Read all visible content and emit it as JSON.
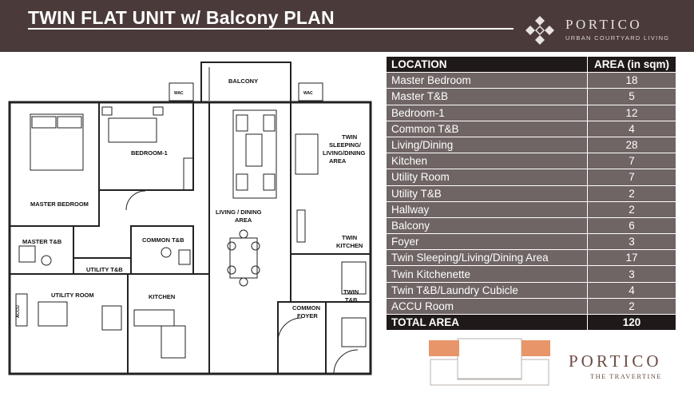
{
  "header": {
    "title": "TWIN FLAT UNIT w/ Balcony PLAN",
    "logo_word": "PORTICO",
    "logo_tagline": "URBAN COURTYARD LIVING"
  },
  "plan": {
    "labels": {
      "balcony": "BALCONY",
      "bedroom1": "BEDROOM-1",
      "master_bedroom": "MASTER BEDROOM",
      "living_dining_1": "LIVING / DINING",
      "living_dining_2": "AREA",
      "twin_sleeping_1": "TWIN",
      "twin_sleeping_2": "SLEEPING/",
      "twin_sleeping_3": "LIVING/DINING",
      "twin_sleeping_4": "AREA",
      "master_tb": "MASTER T&B",
      "common_tb": "COMMON T&B",
      "utility_tb": "UTILITY T&B",
      "twin_kitchen_1": "TWIN",
      "twin_kitchen_2": "KITCHEN",
      "utility_room": "UTILITY ROOM",
      "kitchen": "KITCHEN",
      "accu": "ACCU",
      "common_foyer_1": "COMMON",
      "common_foyer_2": "FOYER",
      "twin_tb_1": "TWIN",
      "twin_tb_2": "T&B",
      "wac_1": "WAC",
      "wac_2": "WAC"
    }
  },
  "table": {
    "headers": [
      "LOCATION",
      "AREA (in sqm)"
    ],
    "rows": [
      [
        "Master Bedroom",
        "18"
      ],
      [
        "Master T&B",
        "5"
      ],
      [
        "Bedroom-1",
        "12"
      ],
      [
        "Common T&B",
        "4"
      ],
      [
        "Living/Dining",
        "28"
      ],
      [
        "Kitchen",
        "7"
      ],
      [
        "Utility Room",
        "7"
      ],
      [
        "Utility T&B",
        "2"
      ],
      [
        "Hallway",
        "2"
      ],
      [
        "Balcony",
        "6"
      ],
      [
        "Foyer",
        "3"
      ],
      [
        "Twin Sleeping/Living/Dining Area",
        "17"
      ],
      [
        "Twin Kitchenette",
        "3"
      ],
      [
        "Twin T&B/Laundry Cubicle",
        "4"
      ],
      [
        "ACCU Room",
        "2"
      ]
    ],
    "total": [
      "TOTAL AREA",
      "120"
    ]
  },
  "footer": {
    "logo_word": "PORTICO",
    "logo_tagline": "THE TRAVERTINE"
  },
  "colors": {
    "header_bg": "#4a3b3a",
    "table_header_bg": "#1f1a19",
    "table_row_bg": "#6f6564",
    "keyplan_accent": "#e8956a",
    "footer_logo": "#6b4c45"
  }
}
